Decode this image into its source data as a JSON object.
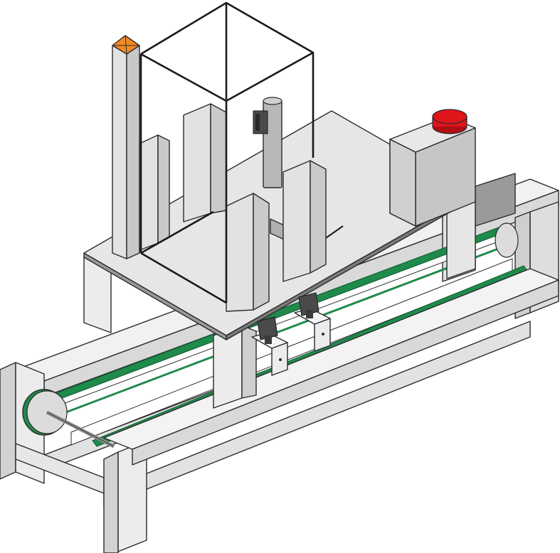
{
  "figure": {
    "colors": {
      "frame_light": "#e9e9e9",
      "frame_mid": "#d6d6d6",
      "frame_dark": "#c4c4c4",
      "outline": "#2b2b2b",
      "belt": "#1f8a4c",
      "indicator_light": "#f08a24",
      "button": "#e0141b",
      "cylinder": "#b8b8b8",
      "sensor": "#4a4a4a",
      "enclosure_edge": "#1a1a1a"
    },
    "icons": [
      "conveyor-frame",
      "drive-belt",
      "pulley",
      "drive-shaft",
      "mounting-plate",
      "guard-enclosure",
      "signal-tower",
      "control-box",
      "emergency-stop-button",
      "pneumatic-cylinder",
      "proximity-sensor",
      "mounting-bracket"
    ]
  }
}
